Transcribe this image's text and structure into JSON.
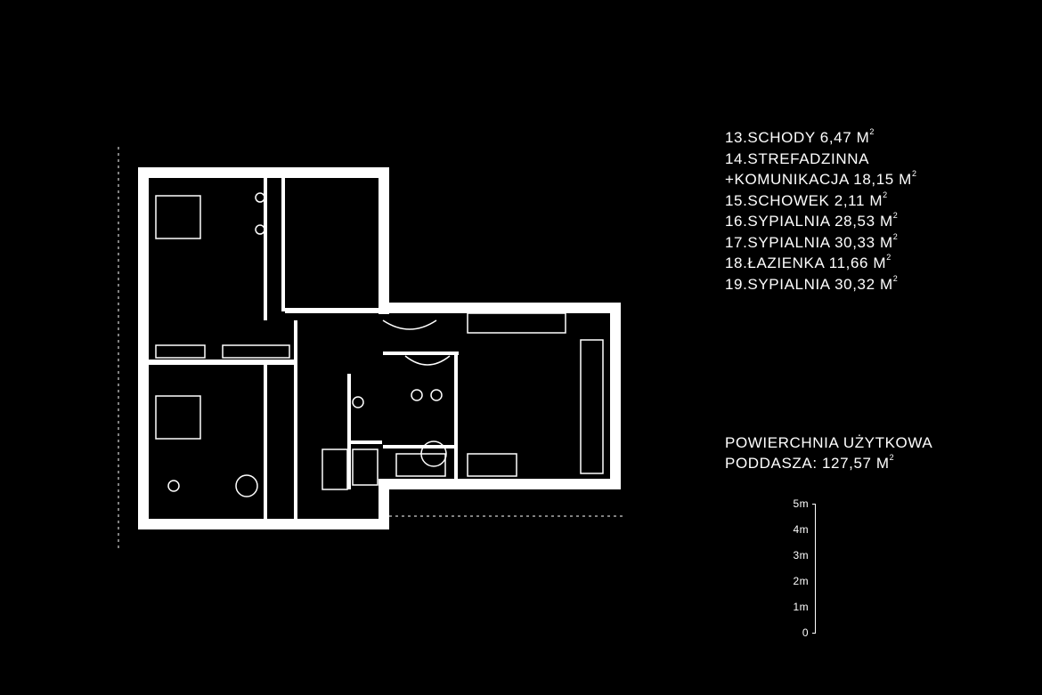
{
  "legend": {
    "items": [
      {
        "label": "13.SCHODY 6,47 M",
        "sup": "2"
      },
      {
        "label": "14.STREFADZINNA",
        "sup": ""
      },
      {
        "label": "+KOMUNIKACJA  18,15 M",
        "sup": "2"
      },
      {
        "label": "15.SCHOWEK   2,11 M",
        "sup": "2"
      },
      {
        "label": "16.SYPIALNIA 28,53 M",
        "sup": "2"
      },
      {
        "label": "17.SYPIALNIA  30,33 M",
        "sup": "2"
      },
      {
        "label": "18.ŁAZIENKA 11,66 M",
        "sup": "2"
      },
      {
        "label": "19.SYPIALNIA 30,32 M",
        "sup": "2"
      }
    ]
  },
  "area": {
    "line1": "POWIERCHNIA UŻYTKOWA",
    "line2": "PODDASZA: 127,57 M",
    "sup": "2"
  },
  "scale": {
    "labels": [
      "5m",
      "4m",
      "3m",
      "2m",
      "1m",
      "0"
    ]
  },
  "colors": {
    "background": "#000000",
    "lines": "#ffffff"
  }
}
